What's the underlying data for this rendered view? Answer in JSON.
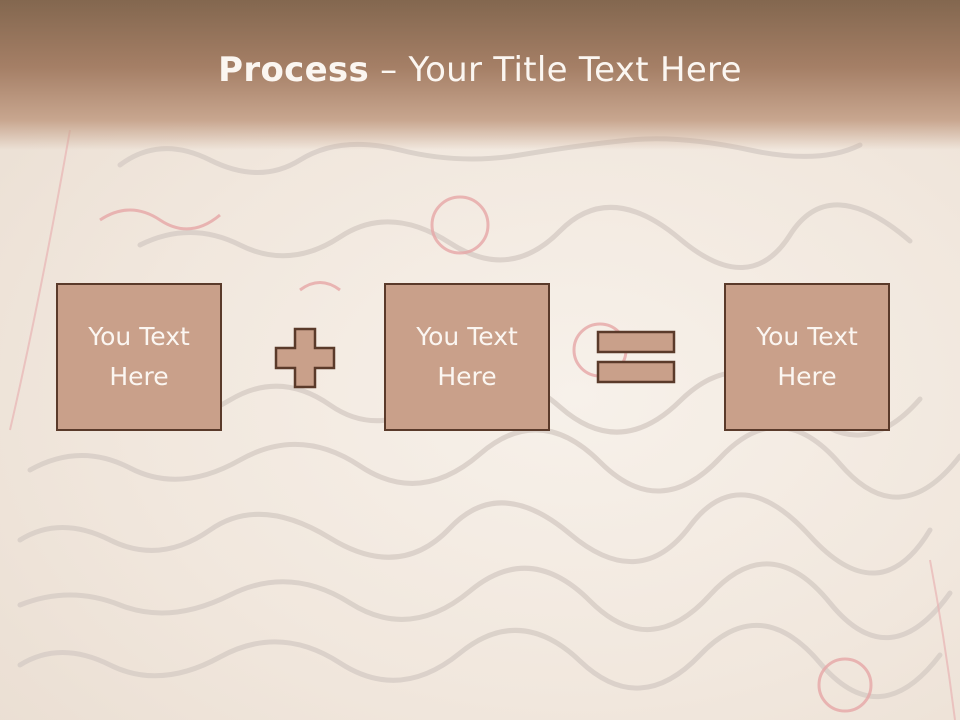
{
  "slide": {
    "title_strong": "Process",
    "title_rest": " – Your Title Text Here"
  },
  "process": {
    "box1": "You Text Here",
    "box2": "You Text Here",
    "box3": "You Text Here",
    "plus_icon": "plus-icon",
    "equals_icon": "equals-icon"
  },
  "colors": {
    "header": "#a57f66",
    "box_fill": "#c9a08a",
    "box_border": "#5a3a2a",
    "text": "#fbf6f1"
  }
}
